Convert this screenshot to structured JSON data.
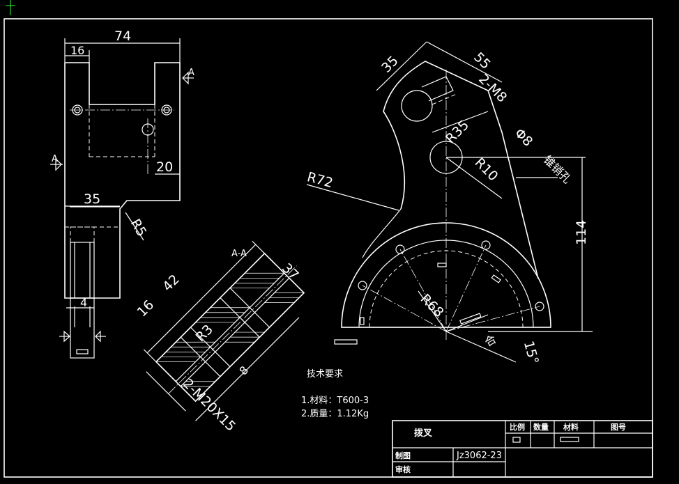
{
  "drawing": {
    "section_label": "A-A",
    "front_view": {
      "dims": {
        "width": "74",
        "slot_offset": "16",
        "hole_offset": "20",
        "step_width": "35",
        "fillet": "R5",
        "bottom": "4"
      },
      "section_mark_left": "A",
      "section_mark_right": "A"
    },
    "section_view": {
      "dims": {
        "length": "42",
        "depth": "37",
        "width": "16",
        "radius": "R3",
        "thread": "2-M20X15",
        "hole": "8"
      }
    },
    "side_view": {
      "dims": {
        "left_top": "35",
        "right_top": "55",
        "thread": "2-M8",
        "r35": "R35",
        "dia8": "Φ8",
        "r10": "R10",
        "pin_note": "锥销孔",
        "r72": "R72",
        "height": "114",
        "r68": "R68",
        "angle": "15°",
        "combined": "合"
      }
    }
  },
  "tech_requirements": {
    "heading": "技术要求",
    "line1": "1.材料：T600-3",
    "line2": "2.质量：1.12Kg"
  },
  "title_block": {
    "part_name": "拨叉",
    "col_scale": "比例",
    "col_qty": "数量",
    "col_material": "材料",
    "col_drawing_no": "图号",
    "row_drawn": "制图",
    "row_checked": "审核",
    "drawing_number": "Jz3062-23"
  }
}
